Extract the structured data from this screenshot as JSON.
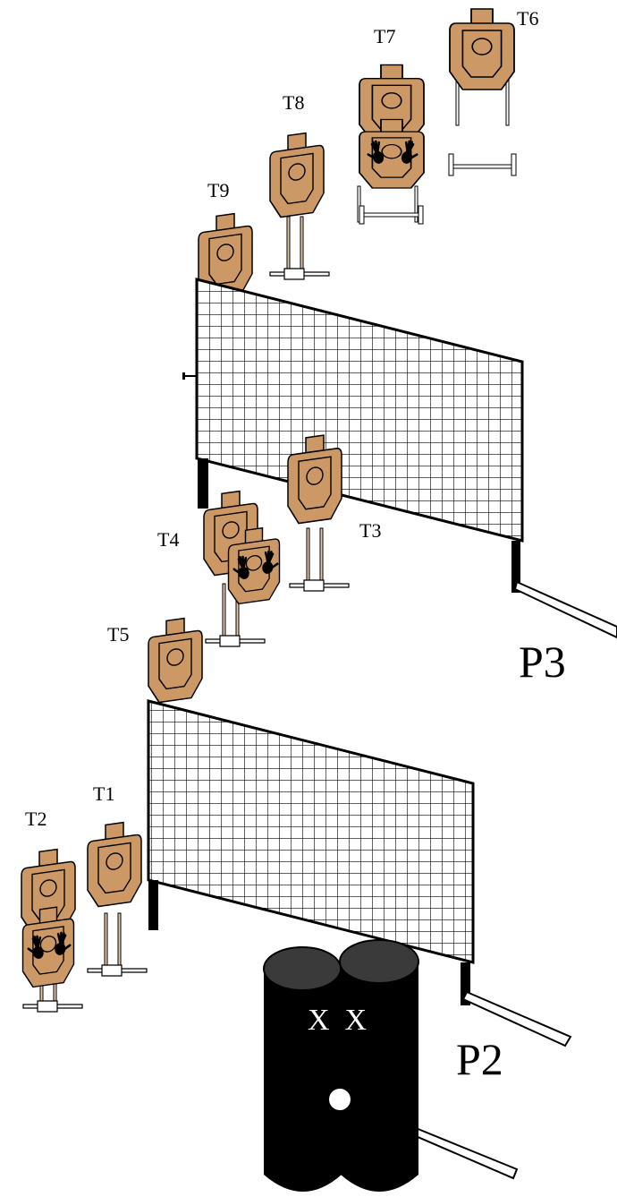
{
  "targets": {
    "t1": "T1",
    "t2": "T2",
    "t3": "T3",
    "t4": "T4",
    "t5": "T5",
    "t6": "T6",
    "t7": "T7",
    "t8": "T8",
    "t9": "T9"
  },
  "positions": {
    "p2": "P2",
    "p3": "P3"
  },
  "barrel_marks": "X  X",
  "colors": {
    "target": "#CC9966",
    "outline": "#000000",
    "barrel": "#000000",
    "barrel_top": "#3a3a3a",
    "net_fill": "#ffffff",
    "stand_post": "#e6c9a8"
  },
  "icons": {
    "hands": "no-shoot-hands-icon"
  }
}
